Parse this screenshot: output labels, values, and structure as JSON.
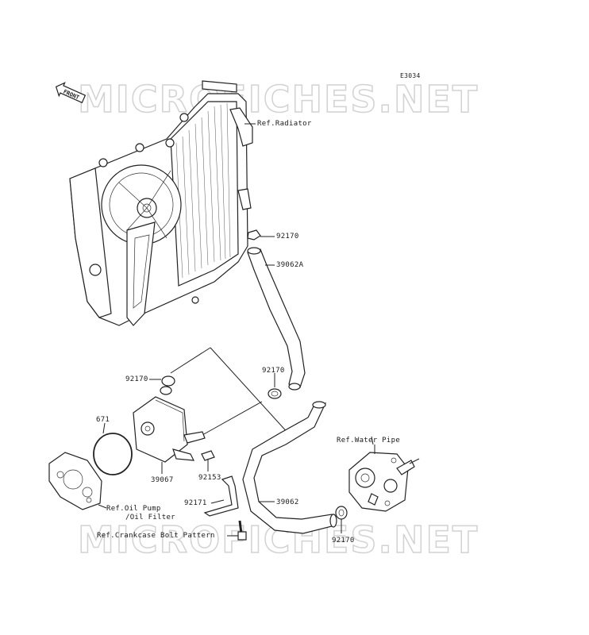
{
  "diagram": {
    "code": "E3034",
    "front_label": "FRONT",
    "watermarks": [
      "MICROFICHES.NET",
      "MICROFICHES.NET"
    ],
    "labels": {
      "ref_radiator": "Ref.Radiator",
      "p92170_top": "92170",
      "p39062A": "39062A",
      "p92170_left": "92170",
      "p92170_mid": "92170",
      "p671": "671",
      "ref_water_pipe": "Ref.Water Pipe",
      "p39067": "39067",
      "p92153": "92153",
      "p92171": "92171",
      "p39062": "39062",
      "ref_oil_pump_1": "Ref.Oil Pump",
      "ref_oil_pump_2": "/Oil Filter",
      "ref_crankcase": "Ref.Crankcase Bolt Pattern",
      "p92170_bottom": "92170"
    }
  }
}
